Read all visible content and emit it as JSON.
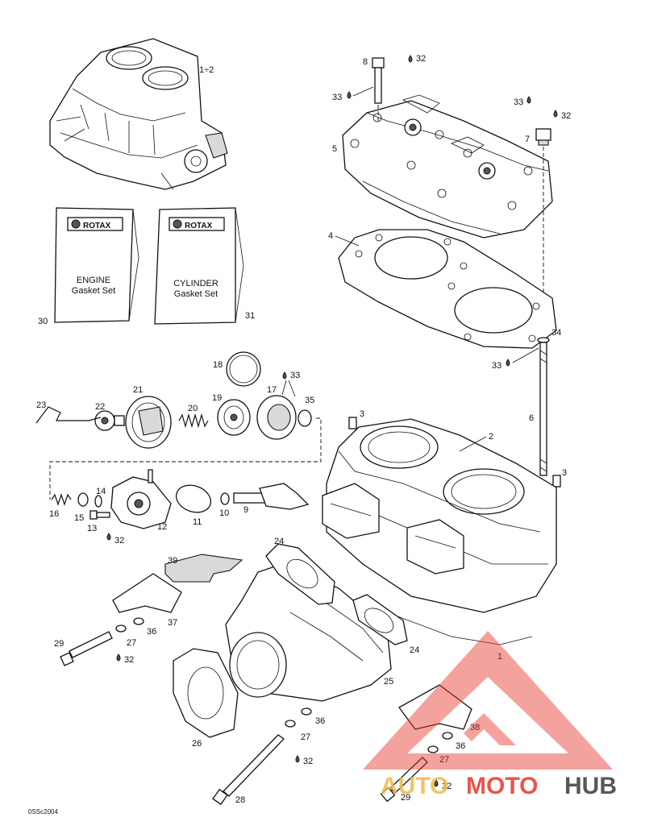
{
  "diagram_code": "0SSc2004",
  "assembly_label": "1÷2",
  "gasket_sets": [
    {
      "brand": "ROTAX",
      "line1": "ENGINE",
      "line2": "Gasket Set",
      "ref": "30"
    },
    {
      "brand": "ROTAX",
      "line1": "CYLINDER",
      "line2": "Gasket Set",
      "ref": "31"
    }
  ],
  "callouts": {
    "c1": "1",
    "c2": "2",
    "c3a": "3",
    "c3b": "3",
    "c4": "4",
    "c5": "5",
    "c6": "6",
    "c7": "7",
    "c8": "8",
    "c9": "9",
    "c10": "10",
    "c11": "11",
    "c12": "12",
    "c13": "13",
    "c14": "14",
    "c15": "15",
    "c16": "16",
    "c17": "17",
    "c18": "18",
    "c19": "19",
    "c20": "20",
    "c21": "21",
    "c22": "22",
    "c23": "23",
    "c24a": "24",
    "c24b": "24",
    "c25": "25",
    "c26": "26",
    "c27a": "27",
    "c27b": "27",
    "c27c": "27",
    "c28": "28",
    "c29a": "29",
    "c29b": "29",
    "c35": "35",
    "c36a": "36",
    "c36b": "36",
    "c36c": "36",
    "c37": "37",
    "c38": "38",
    "c39": "39",
    "c34": "34",
    "d32a": "32",
    "d32b": "32",
    "d32c": "32",
    "d32d": "32",
    "d32e": "32",
    "d32f": "32",
    "d33a": "33",
    "d33b": "33",
    "d33c": "33",
    "d33d": "33"
  },
  "watermark": {
    "part1": "AUTO",
    "part2": "MOTO",
    "part3": "HUB",
    "color1": "#f2b84b",
    "color2": "#e8362d",
    "color3": "#3a3a3a"
  }
}
